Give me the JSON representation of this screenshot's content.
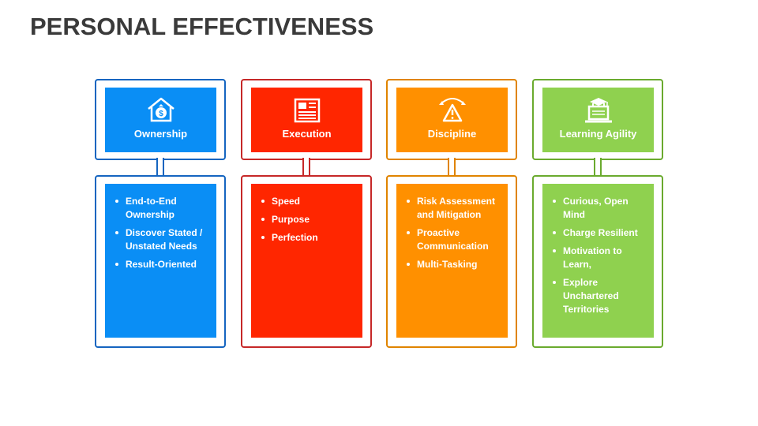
{
  "title": "PERSONAL EFFECTIVENESS",
  "columns": [
    {
      "heading": "Ownership",
      "icon": "house-money-icon",
      "color": "#0a8ef5",
      "frame_color": "#1565c0",
      "items": [
        "End-to-End Ownership",
        "Discover Stated / Unstated Needs",
        "Result-Oriented"
      ]
    },
    {
      "heading": "Execution",
      "icon": "newspaper-icon",
      "color": "#ff2600",
      "frame_color": "#c62828",
      "items": [
        "Speed",
        "Purpose",
        "Perfection"
      ]
    },
    {
      "heading": "Discipline",
      "icon": "warning-arrows-icon",
      "color": "#ff9000",
      "frame_color": "#e08400",
      "items": [
        "Risk Assessment and Mitigation",
        "Proactive Communication",
        "Multi-Tasking"
      ]
    },
    {
      "heading": "Learning Agility",
      "icon": "graduation-laptop-icon",
      "color": "#8fd14f",
      "frame_color": "#6aaa2e",
      "items": [
        "Curious, Open Mind",
        "Charge Resilient",
        "Motivation to Learn,",
        "Explore Unchartered Territories"
      ]
    }
  ]
}
